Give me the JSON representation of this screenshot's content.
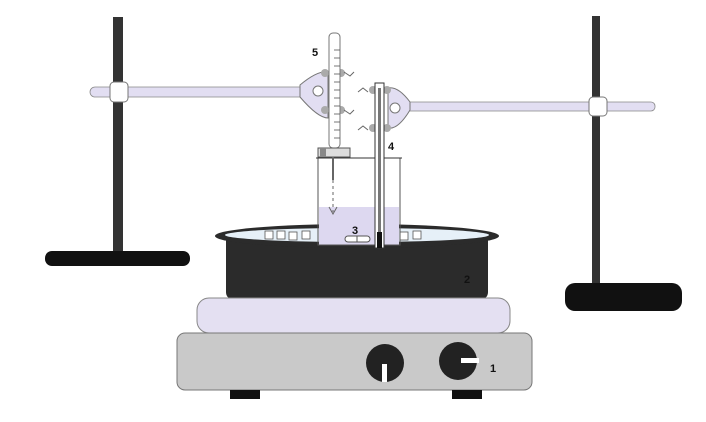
{
  "labels": {
    "hot_plate": "1",
    "bath": "2",
    "stir_bar": "3",
    "thermometer": "4",
    "burette": "5"
  },
  "colors": {
    "stand": "#333333",
    "rod": "#e2def2",
    "bath": "#2b2b2b",
    "liquid": "#ddd8f0",
    "plate_top": "#e4e0f2",
    "plate_base": "#c9c9c9"
  }
}
